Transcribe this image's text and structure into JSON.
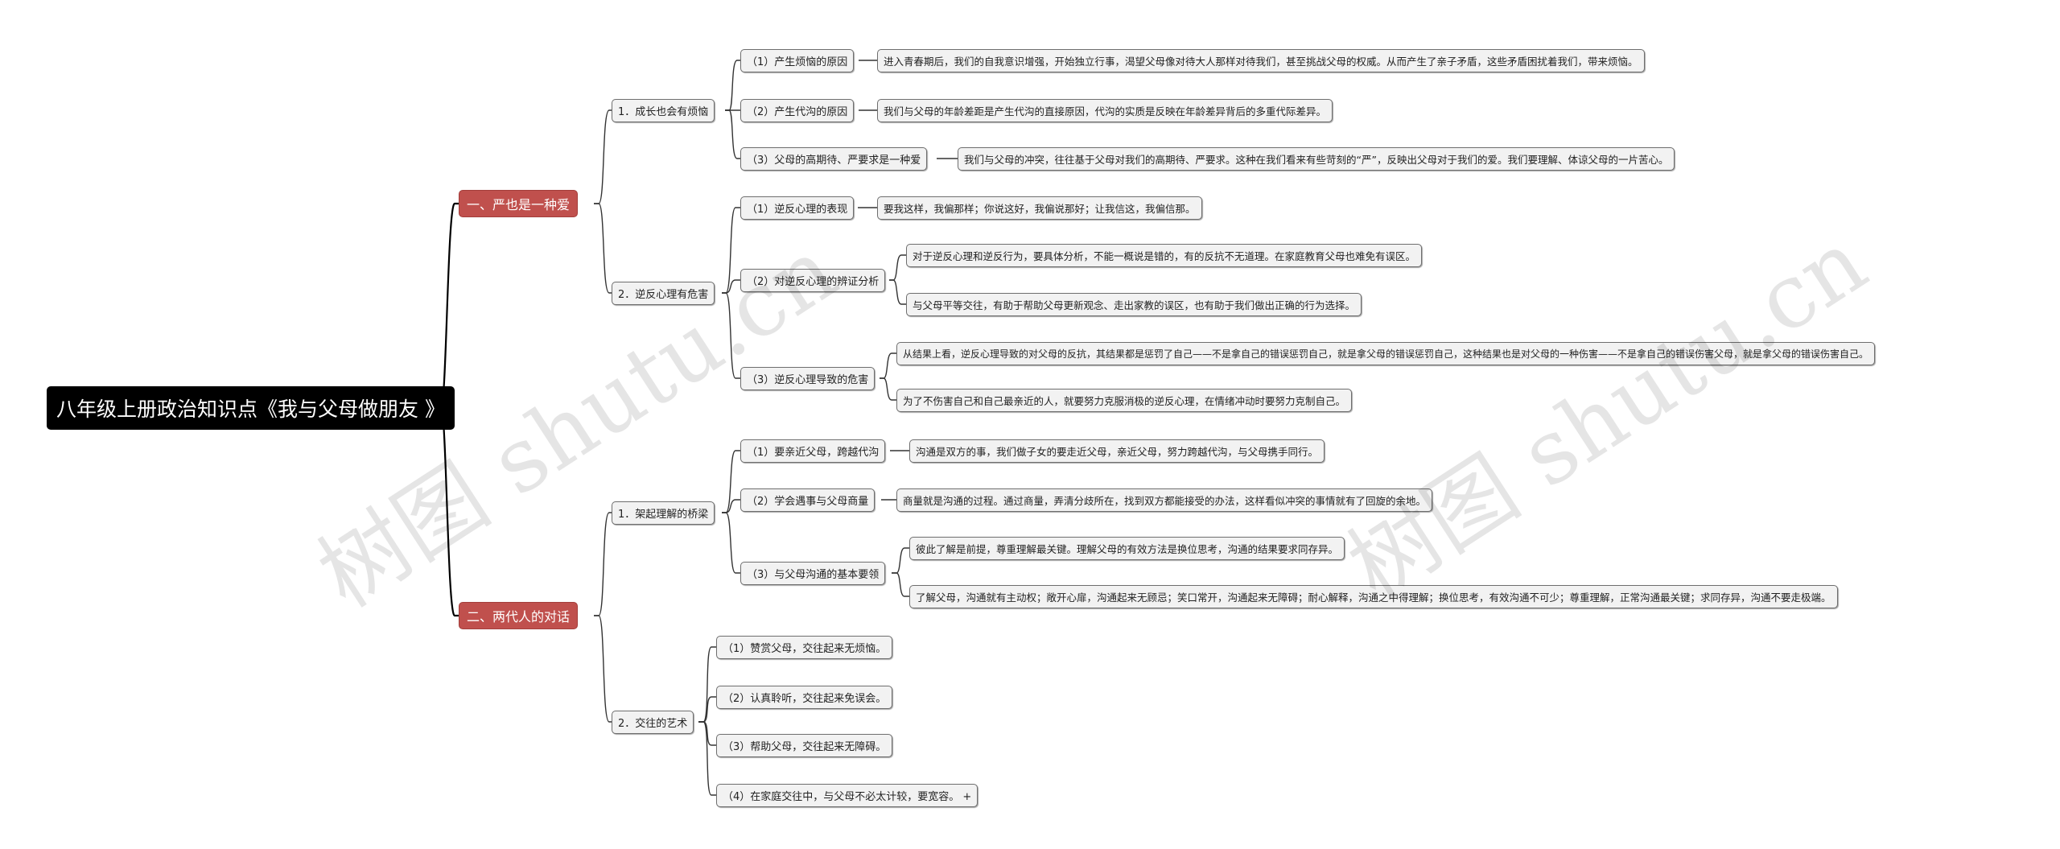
{
  "root": "八年级上册政治知识点《我与父母做朋友 》",
  "s1": {
    "title": "一、严也是一种爱",
    "g1": {
      "title": "1．成长也会有烦恼",
      "i1": {
        "label": "（1）产生烦恼的原因",
        "text": "进入青春期后，我们的自我意识增强，开始独立行事，渴望父母像对待大人那样对待我们，甚至挑战父母的权威。从而产生了亲子矛盾，这些矛盾困扰着我们，带来烦恼。"
      },
      "i2": {
        "label": "（2）产生代沟的原因",
        "text": "我们与父母的年龄差距是产生代沟的直接原因，代沟的实质是反映在年龄差异背后的多重代际差异。"
      },
      "i3": {
        "label": "（3）父母的高期待、严要求是一种爱",
        "text": "我们与父母的冲突，往往基于父母对我们的高期待、严要求。这种在我们看来有些苛刻的“严”，反映出父母对于我们的爱。我们要理解、体谅父母的一片苦心。"
      }
    },
    "g2": {
      "title": "2．逆反心理有危害",
      "i1": {
        "label": "（1）逆反心理的表现",
        "text": "要我这样，我偏那样；你说这好，我偏说那好；让我信这，我偏信那。"
      },
      "i2": {
        "label": "（2）对逆反心理的辨证分析",
        "t1": "对于逆反心理和逆反行为，要具体分析，不能一概说是错的，有的反抗不无道理。在家庭教育父母也难免有误区。",
        "t2": "与父母平等交往，有助于帮助父母更新观念、走出家教的误区，也有助于我们做出正确的行为选择。"
      },
      "i3": {
        "label": "（3）逆反心理导致的危害",
        "t1": "从结果上看，逆反心理导致的对父母的反抗，其结果都是惩罚了自己——不是拿自己的错误惩罚自己，就是拿父母的错误惩罚自己，这种结果也是对父母的一种伤害——不是拿自己的错误伤害父母，就是拿父母的错误伤害自己。",
        "t2": "为了不伤害自己和自己最亲近的人，就要努力克服消极的逆反心理，在情绪冲动时要努力克制自己。"
      }
    }
  },
  "s2": {
    "title": "二、两代人的对话",
    "g1": {
      "title": "1．架起理解的桥梁",
      "i1": {
        "label": "（1）要亲近父母，跨越代沟",
        "text": "沟通是双方的事，我们做子女的要走近父母，亲近父母，努力跨越代沟，与父母携手同行。"
      },
      "i2": {
        "label": "（2）学会遇事与父母商量",
        "text": "商量就是沟通的过程。通过商量，弄清分歧所在，找到双方都能接受的办法，这样看似冲突的事情就有了回旋的余地。"
      },
      "i3": {
        "label": "（3）与父母沟通的基本要领",
        "t1": "彼此了解是前提，尊重理解最关键。理解父母的有效方法是换位思考，沟通的结果要求同存异。",
        "t2": "了解父母，沟通就有主动权；敞开心扉，沟通起来无顾忌；笑口常开，沟通起来无障碍；耐心解释，沟通之中得理解；换位思考，有效沟通不可少；尊重理解，正常沟通最关键；求同存异，沟通不要走极端。"
      }
    },
    "g2": {
      "title": "2．交往的艺术",
      "i1": "（1）赞赏父母，交往起来无烦恼。",
      "i2": "（2）认真聆听，交往起来免误会。",
      "i3": "（3）帮助父母，交往起来无障碍。",
      "i4": "（4）在家庭交往中，与父母不必太计较，要宽容。 +"
    }
  },
  "watermark": "树图 shutu.cn"
}
